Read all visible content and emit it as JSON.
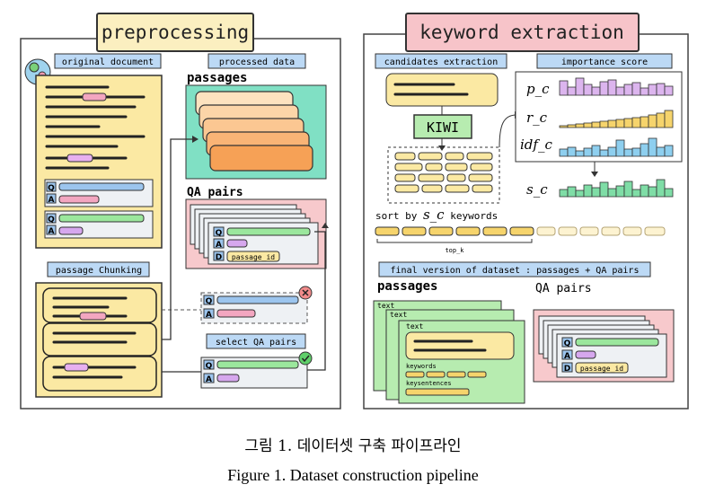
{
  "left_panel": {
    "title": "preprocessing",
    "original_document": "original document",
    "processed_data": "processed data",
    "passages": "passages",
    "qa_pairs": "QA pairs",
    "q": "Q",
    "a": "A",
    "d": "D",
    "passage_id": "passage_id",
    "passage_chunking": "passage Chunking",
    "select_qa_pairs": "select QA pairs"
  },
  "right_panel": {
    "title": "keyword extraction",
    "candidates_extraction": "candidates extraction",
    "importance_score": "importance score",
    "kiwi": "KIWI",
    "score_labels": [
      "p_c",
      "r_c",
      "idf_c",
      "s_c"
    ],
    "sort_label_prefix": "sort by",
    "sort_label_symbol": "s_c",
    "sort_label_suffix": "keywords",
    "top_k": "top_k",
    "final_version": "final version of dataset : passages + QA pairs",
    "passages": "passages",
    "qa_pairs": "QA pairs",
    "text": "text",
    "keywords": "keywords",
    "keysentences": "keysentences",
    "q": "Q",
    "a": "A",
    "d": "D",
    "passage_id": "passage_id"
  },
  "caption": {
    "korean": "그림 1. 데이터셋 구축 파이프라인",
    "english": "Figure 1. Dataset construction pipeline"
  },
  "colors": {
    "yellow": "#fbe9a3",
    "blue_label": "#bcd9f5",
    "teal": "#80e0c4",
    "orange": "#fbc792",
    "pink_bg": "#f7c9cc",
    "green": "#b7ecb0",
    "title_left": "#fbefc0",
    "title_right": "#f7c4c9",
    "purple": "#dcb5ee",
    "cyan": "#8ecfef",
    "bright_green": "#7fdda6"
  }
}
